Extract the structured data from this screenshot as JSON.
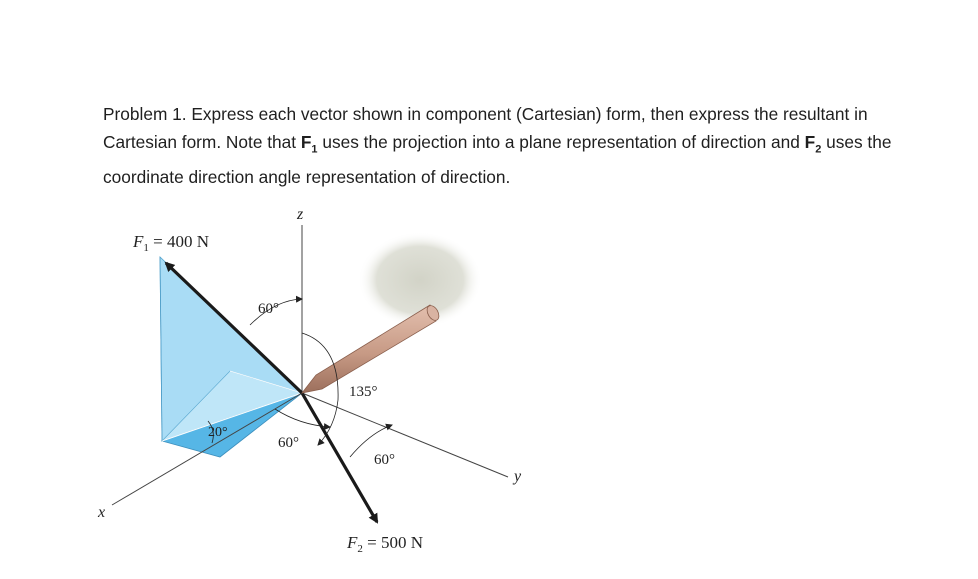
{
  "problem": {
    "line1": "Problem 1. Express each vector shown in component (Cartesian) form, then express the resultant in",
    "line2_a": "Cartesian form.  Note that ",
    "line2_f1": "F",
    "line2_f1_sub": "1",
    "line2_b": " uses the projection into a plane representation of direction and ",
    "line2_f2": "F",
    "line2_f2_sub": "2",
    "line2_c": " uses the",
    "line3": "coordinate direction angle representation of direction."
  },
  "figure": {
    "axis_z": "z",
    "axis_x": "x",
    "axis_y": "y",
    "f1_symbol": "F",
    "f1_sub": "1",
    "f1_value": " = 400 N",
    "f2_symbol": "F",
    "f2_sub": "2",
    "f2_value": " = 500 N",
    "angle_60_top": "60°",
    "angle_135": "135°",
    "angle_60_left": "60°",
    "angle_60_right": "60°",
    "angle_20": "20°",
    "colors": {
      "plane_light": "#a9dcf5",
      "plane_dark": "#56b6e6",
      "vector": "#1a1a1a",
      "rod": "#c99a84",
      "shadow": "#d6d8ce"
    }
  }
}
